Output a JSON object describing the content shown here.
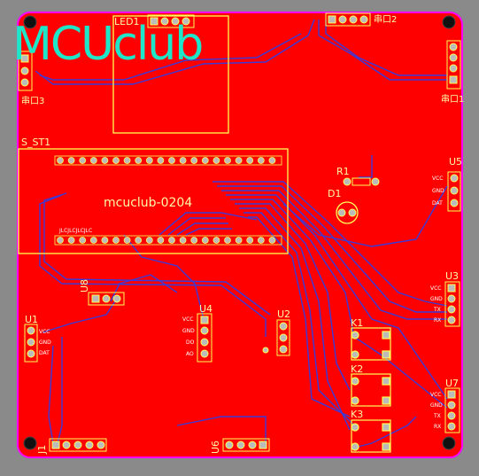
{
  "board": {
    "logo": "MCUclub",
    "part_number": "mcuclub-0204",
    "colors": {
      "board": "#ff0000",
      "outline": "#ff00ff",
      "trace": "#3a3ad8",
      "silk": "#ffff55",
      "text": "#fff8a8",
      "logo": "#1ee6c8",
      "background": "#8a8a8a"
    }
  },
  "components": {
    "led1": "LED1",
    "s_st1": "S_ST1",
    "r1": "R1",
    "d1": "D1",
    "u5": "U5",
    "u3": "U3",
    "u1": "U1",
    "u8": "U8",
    "u4": "U4",
    "u2": "U2",
    "k1": "K1",
    "k2": "K2",
    "k3": "K3",
    "u7": "U7",
    "u6": "U6",
    "j1": "J1",
    "uart_top": "串口2",
    "uart_right": "串口1",
    "uart_left": "串口3"
  },
  "pin_labels": {
    "u1": [
      "VCC",
      "GND",
      "DAT"
    ],
    "u4": [
      "VCC",
      "GND",
      "DO",
      "AO"
    ],
    "u5": [
      "VCC",
      "GND",
      "DAT"
    ],
    "u3": [
      "VCC",
      "GND",
      "TX",
      "RX"
    ],
    "u7": [
      "VCC",
      "GND",
      "TX",
      "RX"
    ],
    "s_st1_bottom": "JLCJLCJLCJLC"
  }
}
